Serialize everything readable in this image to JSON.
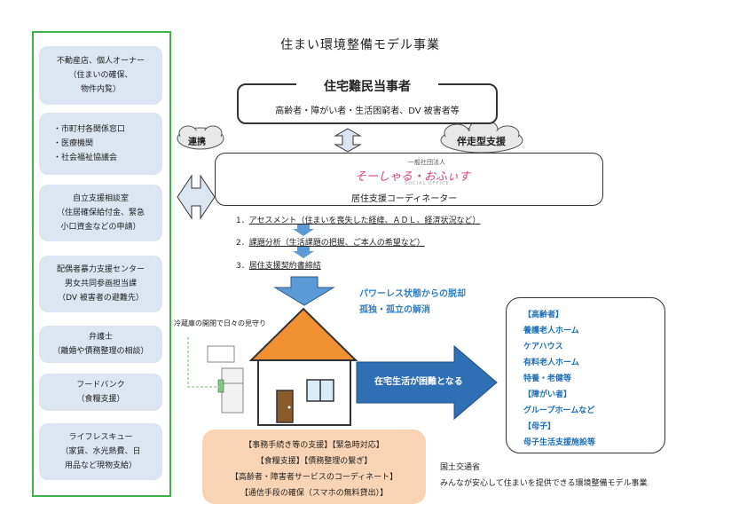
{
  "title": "住まい環境整備モデル事業",
  "left_orgs": [
    {
      "lines": [
        "不動産店、個人オーナー",
        "（住まいの確保、",
        "物件内覧）"
      ],
      "bullets": false
    },
    {
      "lines": [
        "市町村各関係窓口",
        "医療機関",
        "社会福祉協議会"
      ],
      "bullets": true
    },
    {
      "lines": [
        "自立支援相談室",
        "（住居確保給付金、緊急",
        "小口資金などの申請）"
      ],
      "bullets": false
    },
    {
      "lines": [
        "配偶者暴力支援センター",
        "男女共同参画担当課",
        "（DV 被害者の避難先）"
      ],
      "bullets": false
    },
    {
      "lines": [
        "弁護士",
        "（離婚や債務整理の相談）"
      ],
      "bullets": false
    },
    {
      "lines": [
        "フードバンク",
        "（食糧支援）"
      ],
      "bullets": false
    },
    {
      "lines": [
        "ライフレスキュー",
        "（家賃、水光熱費、日",
        "用品など現物支給）"
      ],
      "bullets": false
    }
  ],
  "party": {
    "title": "住宅難民当事者",
    "subtitle": "高齢者・障がい者・生活困窮者、DV 被害者等"
  },
  "cloud_renkei": "連携",
  "cloud_banso": "伴走型支援",
  "coordinator": {
    "org": "一般社団法人",
    "name": "そーしゃる・おふぃす",
    "roman": "SOCIAL OFFICE",
    "label": "居住支援コーディネーター"
  },
  "steps": [
    {
      "num": "1．",
      "text": "アセスメント（住まいを喪失した経緯、ＡＤＬ、経済状況など）"
    },
    {
      "num": "2．",
      "text": "課題分析（生活課題の把握、ご本人の希望など）"
    },
    {
      "num": "3．",
      "text": "居住支援契約書締結"
    }
  ],
  "outcomes": [
    "パワーレス状態からの脱却",
    "孤独・孤立の解消"
  ],
  "fridge_label": "冷蔵庫の開閉で日々の見守り",
  "arrow_text": "在宅生活が困難となる",
  "facilities": [
    "【高齢者】",
    "養護老人ホーム",
    "ケアハウス",
    "有料老人ホーム",
    "特養・老健等",
    "【障がい者】",
    "グループホームなど",
    "【母子】",
    "母子生活支援施設等"
  ],
  "support_items": [
    "【事務手続き等の支援】【緊急時対応】",
    "【食糧支援】【債務整理の繋ぎ】",
    "【高齢者・障害者サービスのコーディネート】",
    "【通信手段の確保（スマホの無料貸出）】"
  ],
  "ministry": "国土交通省",
  "project": "みんなが安心して住まいを提供できる環境整備モデル事業",
  "colors": {
    "left_border": "#3cb449",
    "org_fill": "#dce6f2",
    "arrow_blue": "#2f6fb3",
    "house_roof": "#f29132",
    "support_fill": "#f8d4b4",
    "facility_text": "#1f6fb5"
  }
}
